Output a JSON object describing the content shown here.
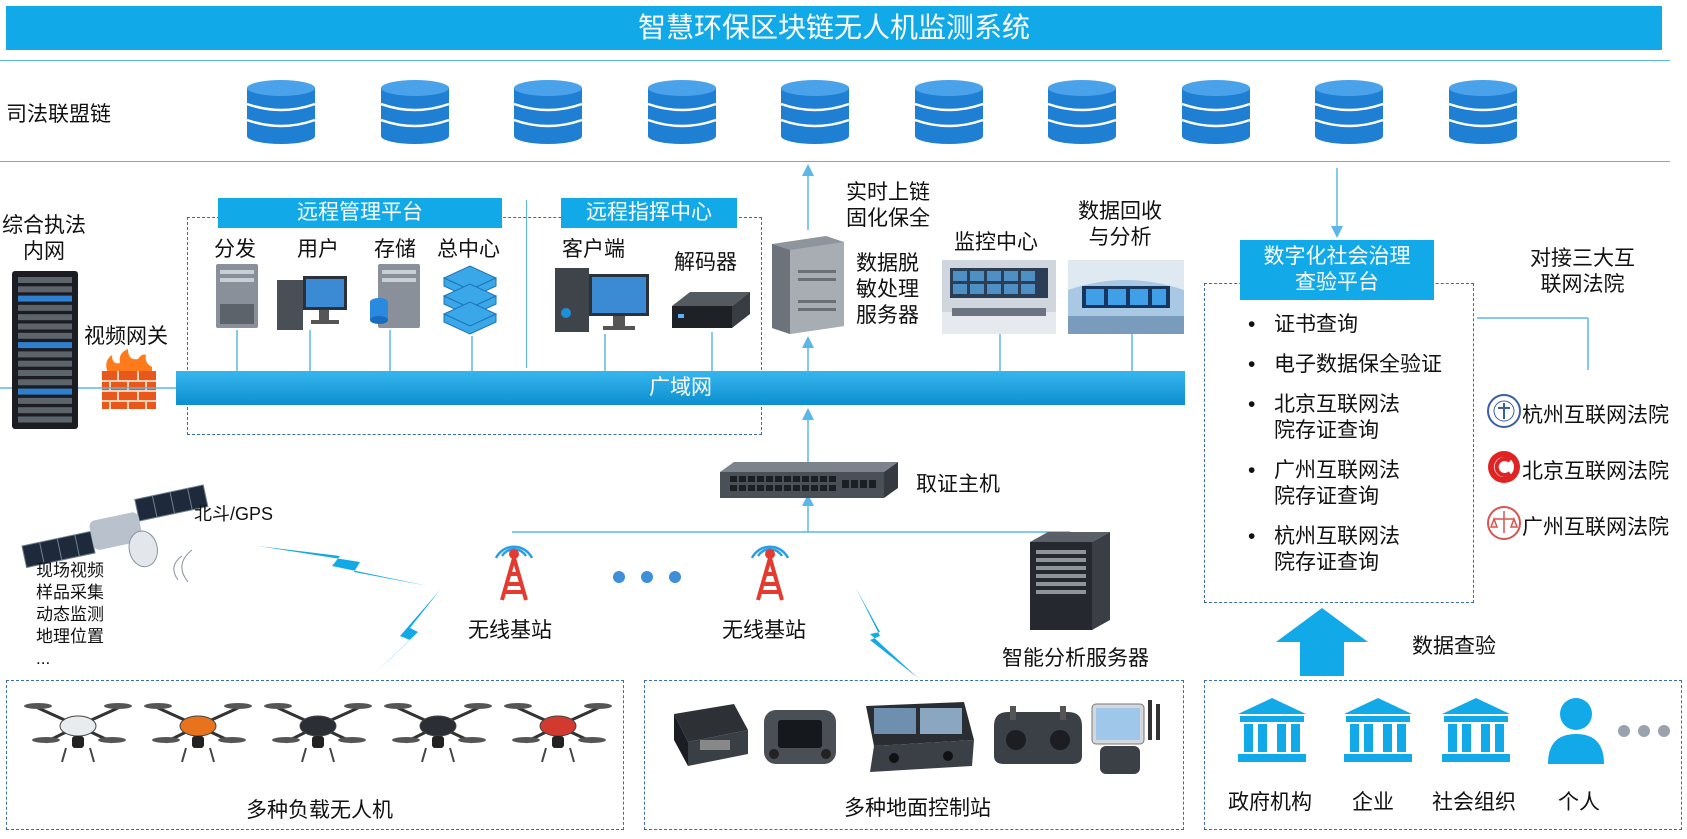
{
  "title": "智慧环保区块链无人机监测系统",
  "judicial_chain": {
    "label": "司法联盟链",
    "node_count": 10
  },
  "left": {
    "enforcement": "综合执法\n内网",
    "gateway": "视频网关"
  },
  "remote_mgmt": {
    "header": "远程管理平台",
    "items": [
      "分发",
      "用户",
      "存储",
      "总中心"
    ]
  },
  "remote_cmd": {
    "header": "远程指挥中心",
    "items": [
      "客户端",
      "解码器"
    ]
  },
  "chain_server": {
    "top_label": "实时上链\n固化保全",
    "label": "数据脱\n敏处理\n服务器"
  },
  "monitor_center": "监控中心",
  "data_analysis": "数据回收\n与分析",
  "wan": "广域网",
  "evidence_host": "取证主机",
  "satellite": {
    "label": "北斗/GPS",
    "functions": [
      "现场视频",
      "样品采集",
      "动态监测",
      "地理位置",
      "..."
    ]
  },
  "base_station_label": "无线基站",
  "smart_server": "智能分析服务器",
  "uav_group": "多种负载无人机",
  "ground_group": "多种地面控制站",
  "governance": {
    "header": "数字化社会治理\n查验平台",
    "items": [
      "证书查询",
      "电子数据保全验证",
      "北京互联网法\n院存证查询",
      "广州互联网法\n院存证查询",
      "杭州互联网法\n院存证查询"
    ]
  },
  "courts": {
    "header": "对接三大互\n联网法院",
    "items": [
      "杭州互联网法院",
      "北京互联网法院",
      "广州互联网法院"
    ]
  },
  "data_check": "数据查验",
  "users": [
    "政府机构",
    "企业",
    "社会组织",
    "个人"
  ],
  "colors": {
    "accent": "#12a9e8",
    "dashed_border": "#3a6ea5",
    "db_blue": "#1f7fd3"
  }
}
